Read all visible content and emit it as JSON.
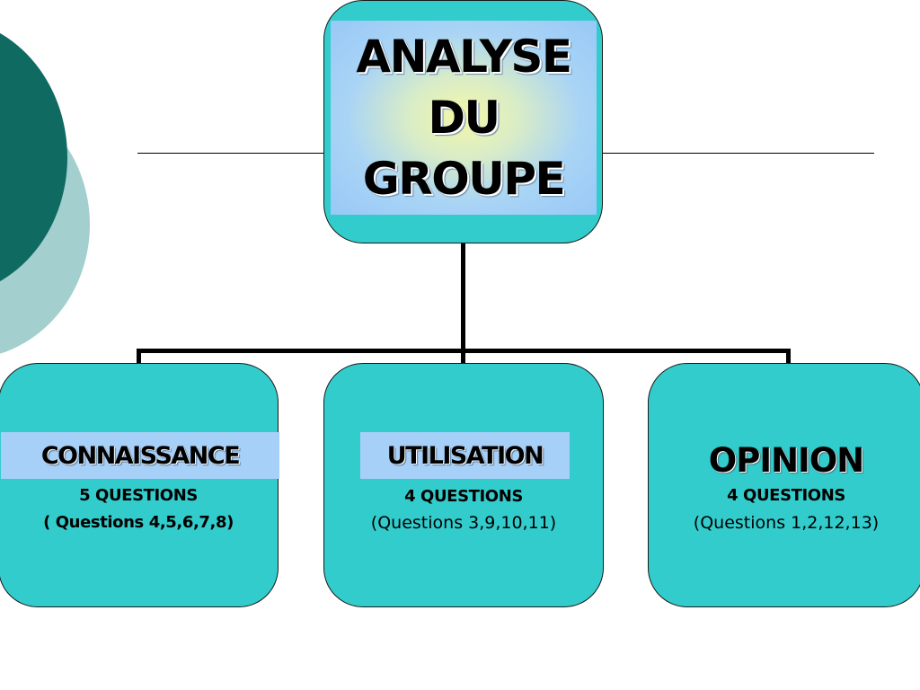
{
  "diagram": {
    "root": {
      "title_lines": [
        "ANALYSE",
        "DU",
        "GROUPE"
      ]
    },
    "children": [
      {
        "label": "CONNAISSANCE",
        "count": "5 QUESTIONS",
        "detail": "( Questions 4,5,6,7,8)"
      },
      {
        "label": "UTILISATION",
        "count": "4 QUESTIONS",
        "detail": "(Questions 3,9,10,11)"
      },
      {
        "label": "OPINION",
        "count": "4 QUESTIONS",
        "detail": "(Questions 1,2,12,13)"
      }
    ]
  },
  "colors": {
    "box_fill": "#33cccc",
    "label_band": "#a7d0f9",
    "deco_dark": "#0f6a62",
    "deco_light": "#a3cfcf"
  }
}
